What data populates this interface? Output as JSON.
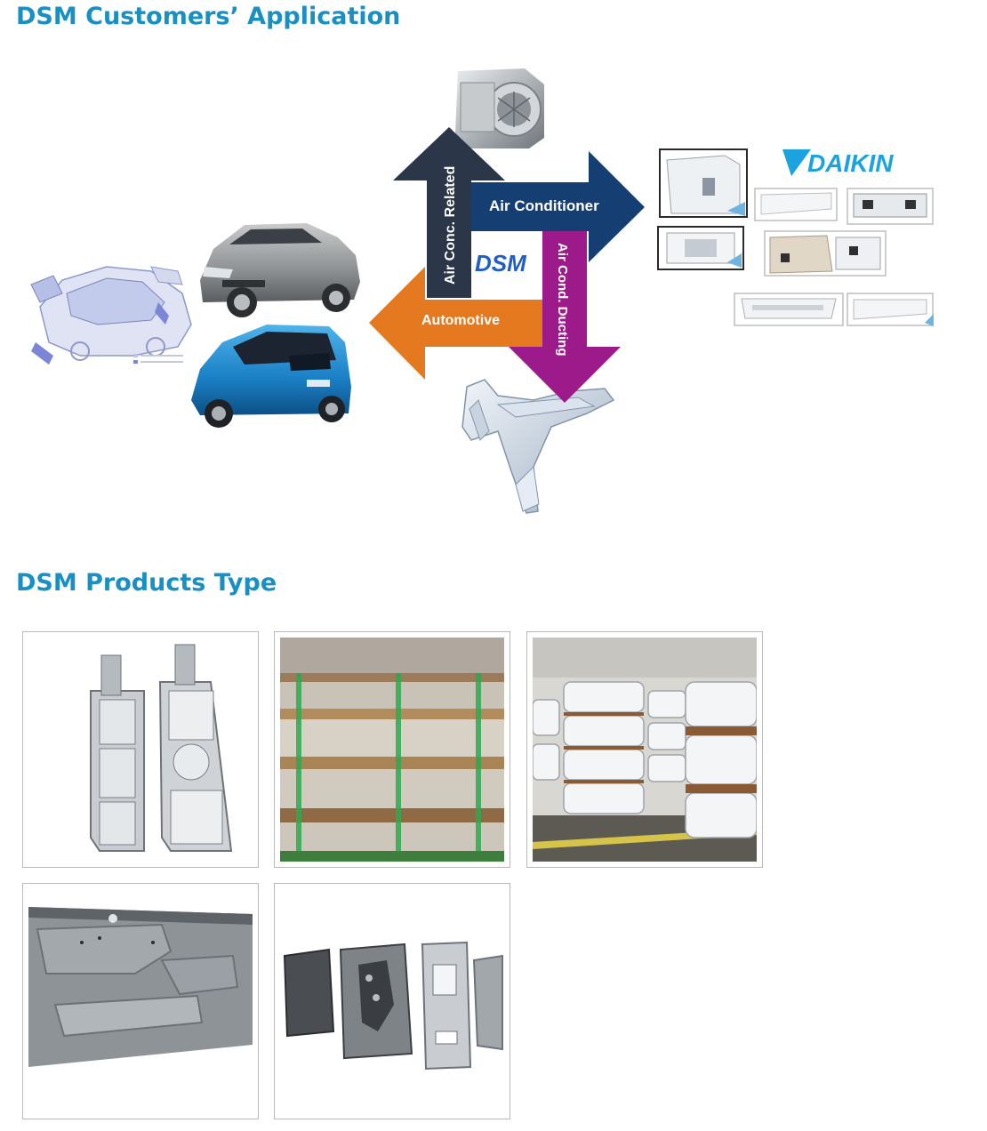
{
  "section_application": {
    "title": "DSM Customers’ Application"
  },
  "diagram": {
    "center_label": "DSM",
    "arrow_up_label": "Air Conc. Related",
    "arrow_right_label": "Air Conditioner",
    "arrow_down_label": "Air Cond. Ducting",
    "arrow_left_label": "Automotive",
    "brand_logo_text": "DAIKIN",
    "colors": {
      "arrow_up": "#2b3648",
      "arrow_right": "#153f73",
      "arrow_down": "#9c1a8a",
      "arrow_left": "#e5791f",
      "dsm_text": "#1f5fc4",
      "brand": "#1aa3df"
    }
  },
  "section_products": {
    "title": "DSM Products Type",
    "items": [
      {
        "icon": "machined-part-photo"
      },
      {
        "icon": "stacked-sheets-photo"
      },
      {
        "icon": "steel-coils-photo"
      },
      {
        "icon": "pressed-panel-photo"
      },
      {
        "icon": "stamped-brackets-photo"
      }
    ]
  }
}
